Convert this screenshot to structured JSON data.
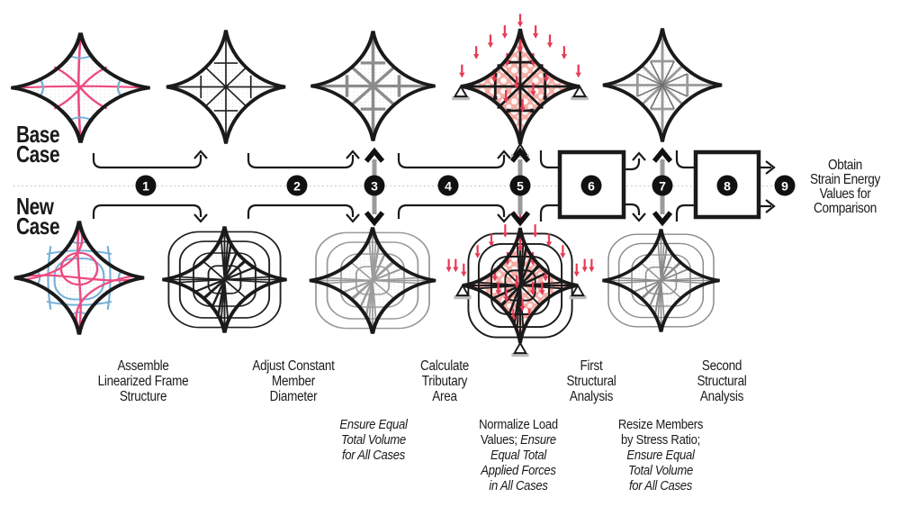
{
  "figure": {
    "row_labels": {
      "base": [
        "Base",
        "Case"
      ],
      "new": [
        "New",
        "Case"
      ]
    },
    "steps": [
      {
        "n": "1"
      },
      {
        "n": "2"
      },
      {
        "n": "3"
      },
      {
        "n": "4"
      },
      {
        "n": "5"
      },
      {
        "n": "6",
        "boxed": true
      },
      {
        "n": "7"
      },
      {
        "n": "8",
        "boxed": true
      },
      {
        "n": "9"
      }
    ],
    "stage_labels": [
      {
        "lines": [
          "Assemble",
          "Linearized Frame",
          "Structure"
        ]
      },
      {
        "lines": [
          "Adjust Constant",
          "Member",
          "Diameter"
        ]
      },
      {
        "lines": [
          "Calculate",
          "Tributary",
          "Area"
        ]
      },
      {
        "lines": [
          "First",
          "Structural",
          "Analysis"
        ]
      },
      {
        "lines": [
          "Second",
          "Structural",
          "Analysis"
        ]
      }
    ],
    "notes": [
      {
        "lines": [
          [
            {
              "t": "Ensure Equal",
              "i": true
            }
          ],
          [
            {
              "t": "Total Volume",
              "i": true
            }
          ],
          [
            {
              "t": "for All Cases",
              "i": true
            }
          ]
        ]
      },
      {
        "lines": [
          [
            {
              "t": "Normalize Load",
              "i": false
            }
          ],
          [
            {
              "t": "Values; ",
              "i": false
            },
            {
              "t": "Ensure",
              "i": true
            }
          ],
          [
            {
              "t": "Equal Total",
              "i": true
            }
          ],
          [
            {
              "t": "Applied Forces",
              "i": true
            }
          ],
          [
            {
              "t": "in All Cases",
              "i": true
            }
          ]
        ]
      },
      {
        "lines": [
          [
            {
              "t": "Resize Members",
              "i": false
            }
          ],
          [
            {
              "t": "by Stress Ratio;",
              "i": false
            }
          ],
          [
            {
              "t": "Ensure Equal",
              "i": true
            }
          ],
          [
            {
              "t": "Total Volume",
              "i": true
            }
          ],
          [
            {
              "t": "for All Cases",
              "i": true
            }
          ]
        ]
      }
    ],
    "result_lines": [
      "Obtain",
      "Strain Energy",
      "Values for",
      "Comparison"
    ]
  },
  "colors": {
    "ink": "#1a1a1a",
    "stress_pink": "#ed4a80",
    "stress_blue": "#74b0d8",
    "load_red": "#e63a55",
    "tributary_pink": "#f3978e",
    "member_gray": "#8c8c8c",
    "web_gray": "#9b9b9b",
    "shaft_gray": "#9a9a9a",
    "dotted_line": "#c4c4c4"
  }
}
